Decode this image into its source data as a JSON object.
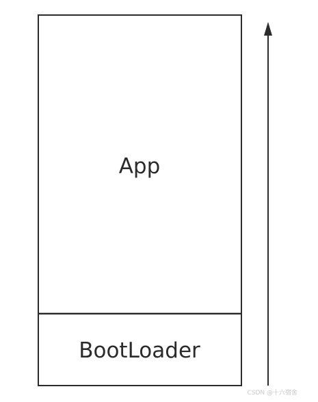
{
  "blocks": {
    "app": {
      "label": "App"
    },
    "bootloader": {
      "label": "BootLoader"
    }
  },
  "arrow": {
    "direction": "up"
  },
  "watermark": {
    "text": "CSDN @十六宿舍"
  },
  "colors": {
    "stroke": "#2b2b2b",
    "text": "#2b2b2b",
    "background": "#ffffff",
    "watermark": "#c8c8c8"
  }
}
